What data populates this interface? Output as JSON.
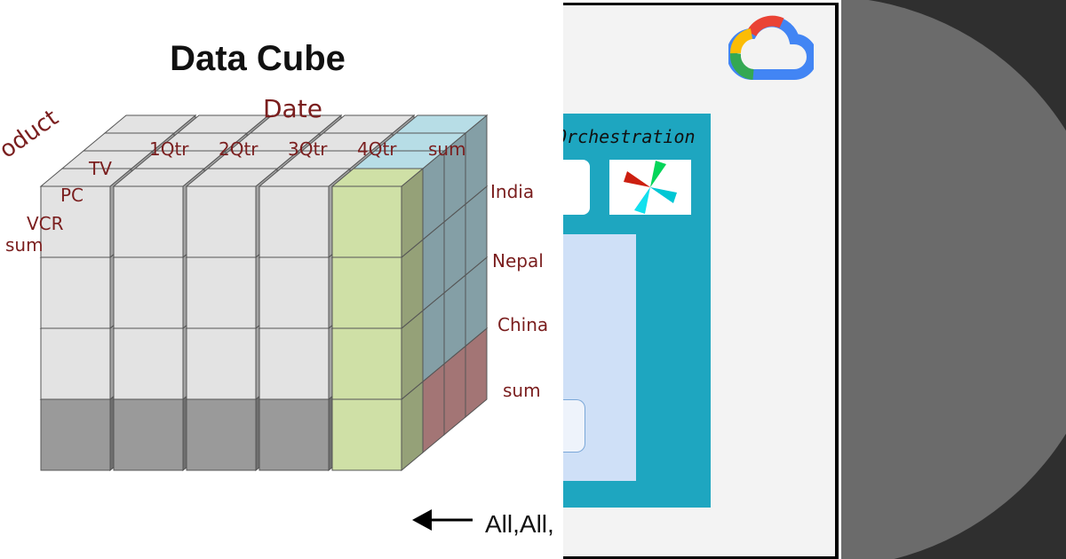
{
  "cube_panel": {
    "title": "Data Cube",
    "date_label": "Date",
    "product_label": "oduct",
    "date_columns": [
      "1Qtr",
      "2Qtr",
      "3Qtr",
      "4Qtr",
      "sum"
    ],
    "products": [
      "TV",
      "PC",
      "VCR",
      "sum"
    ],
    "countries": [
      "India",
      "Nepal",
      "China",
      "sum"
    ],
    "arrow_label": "All,All,"
  },
  "architecture_panel": {
    "section_title": "Orchestration",
    "logos": [
      "google-cloud-icon",
      "airflow-icon"
    ]
  },
  "colors": {
    "cube_front": "#e3e3e3",
    "cube_green": "#cfe0a6",
    "cube_blue": "#b7dde6",
    "cube_pink": "#e3a3a3",
    "cube_dark": "#9a9a9a",
    "label_red": "#7a1e1e",
    "panel_teal": "#1ea6c0",
    "dark_bg": "#2f2f2f",
    "disc_gray": "#6b6b6b"
  }
}
